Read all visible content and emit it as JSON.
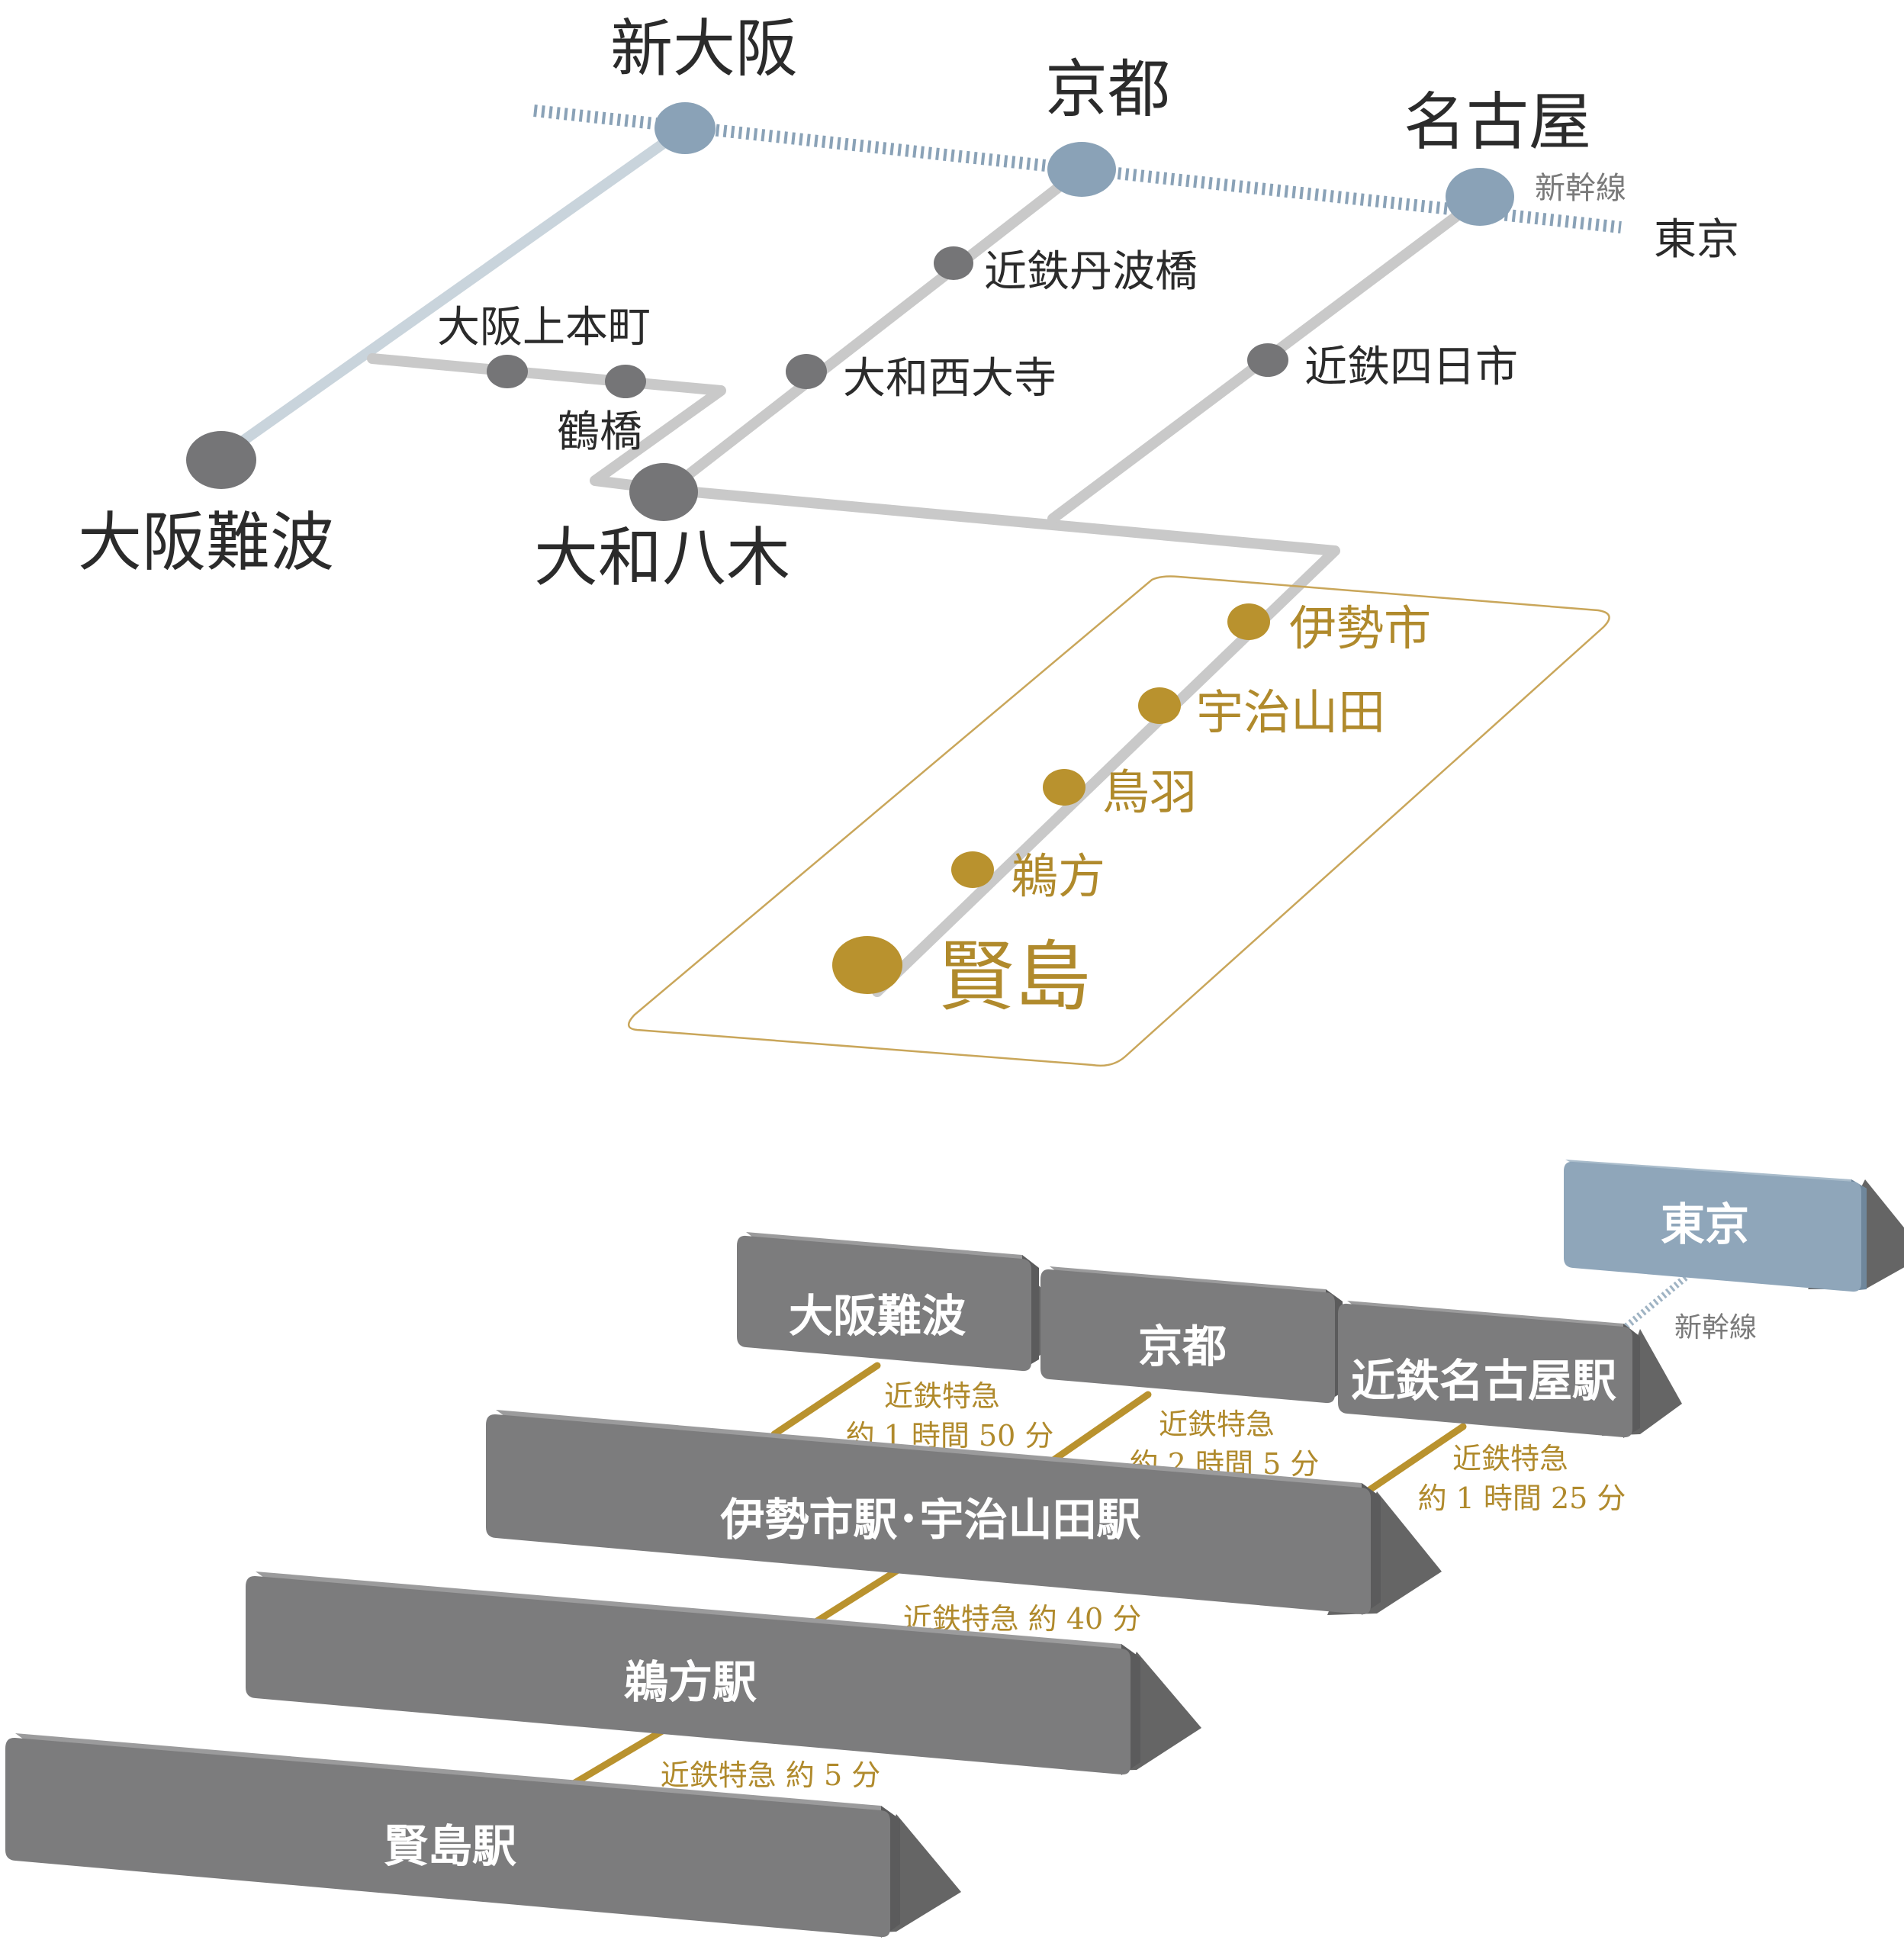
{
  "colors": {
    "shinkansen": "#8aa2b7",
    "line_light": "#c9d4dc",
    "rail": "#c9c9c9",
    "station_dark": "#757577",
    "gold": "#b9922e",
    "gold_text": "#b08a2c",
    "box_front": "#7c7c7d",
    "box_top": "#9b9b9c",
    "box_side": "#5b5b5c",
    "box_blue_front": "#8fa6ba",
    "box_blue_top": "#a9bccb",
    "box_blue_side": "#6f879c",
    "shadow": "#3f3f3f"
  },
  "map": {
    "stations": {
      "shin_osaka": "新大阪",
      "kyoto": "京都",
      "nagoya": "名古屋",
      "shinkansen_label": "新幹線",
      "tokyo": "東京",
      "kintetsu_tambabashi": "近鉄丹波橋",
      "osaka_uehommachi": "大阪上本町",
      "yamato_saidaiji": "大和西大寺",
      "kintetsu_yokkaichi": "近鉄四日市",
      "tsuruhashi": "鶴橋",
      "osaka_namba": "大阪難波",
      "yamato_yagi": "大和八木",
      "iseshi": "伊勢市",
      "ujiyamada": "宇治山田",
      "toba": "鳥羽",
      "ugata": "鵜方",
      "kashikojima": "賢島"
    }
  },
  "routes": {
    "boxes": {
      "tokyo": "東京",
      "osaka_namba": "大阪難波",
      "kyoto": "京都",
      "kintetsu_nagoya": "近鉄名古屋駅",
      "iseshi_ujiyamada": "伊勢市駅･宇治山田駅",
      "ugata": "鵜方駅",
      "kashikojima": "賢島駅"
    },
    "shinkansen_label": "新幹線",
    "times": {
      "namba_line1": "近鉄特急",
      "namba_line2": "約 1 時間 50 分",
      "kyoto_line1": "近鉄特急",
      "kyoto_line2": "約 2 時間 5 分",
      "nagoya_line1": "近鉄特急",
      "nagoya_line2": "約 1 時間 25 分",
      "ise_to_ugata": "近鉄特急  約 40 分",
      "ugata_to_kashikojima": "近鉄特急  約 5 分"
    }
  }
}
